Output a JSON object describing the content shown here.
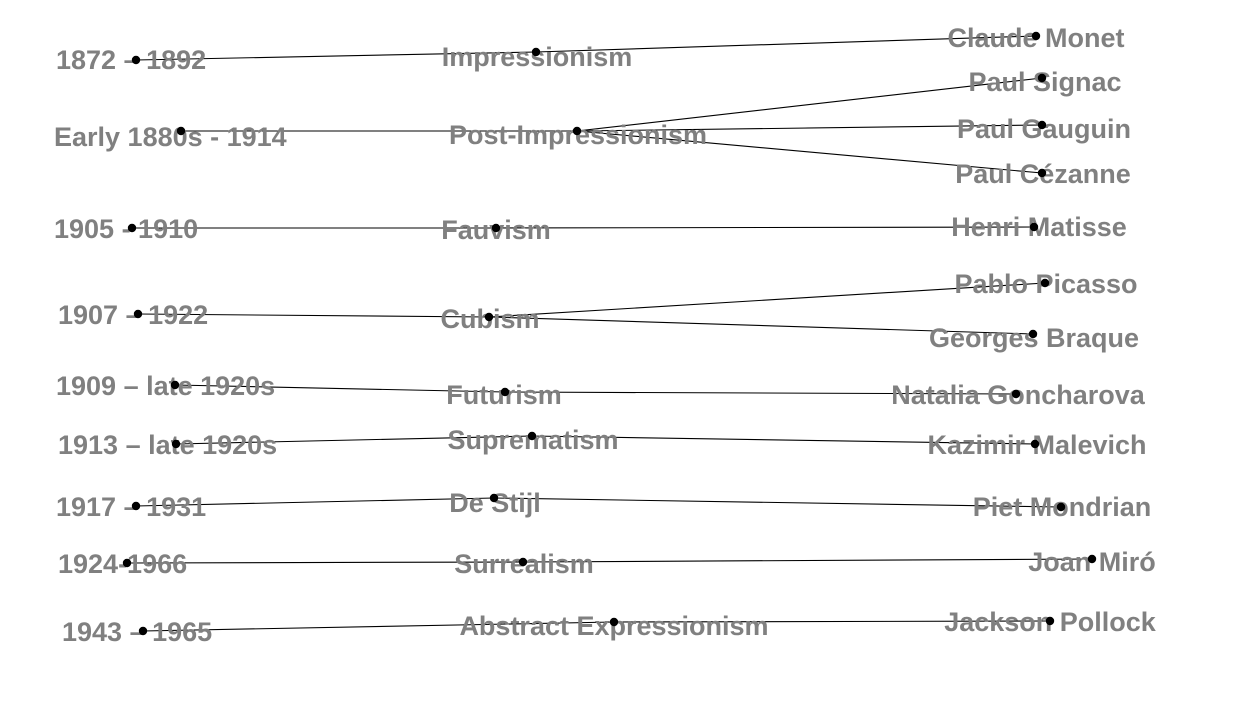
{
  "diagram": {
    "rows": [
      {
        "period": "1872 – 1892",
        "movement": "Impressionism",
        "artists": [
          "Claude Monet"
        ]
      },
      {
        "period": "Early 1880s - 1914",
        "movement": "Post-Impressionism",
        "artists": [
          "Paul Signac",
          "Paul Gauguin",
          "Paul Cézanne"
        ]
      },
      {
        "period": "1905 - 1910",
        "movement": "Fauvism",
        "artists": [
          "Henri Matisse"
        ]
      },
      {
        "period": "1907 – 1922",
        "movement": "Cubism",
        "artists": [
          "Pablo Picasso",
          "Georges Braque"
        ]
      },
      {
        "period": "1909 – late 1920s",
        "movement": "Futurism",
        "artists": [
          "Natalia Goncharova"
        ]
      },
      {
        "period": "1913 – late 1920s",
        "movement": "Suprematism",
        "artists": [
          "Kazimir Malevich"
        ]
      },
      {
        "period": "1917 – 1931",
        "movement": "De Stijl",
        "artists": [
          "Piet Mondrian"
        ]
      },
      {
        "period": "1924-1966",
        "movement": "Surrealism",
        "artists": [
          "Joan Miró"
        ]
      },
      {
        "period": "1943 – 1965",
        "movement": "Abstract Expressionism",
        "artists": [
          "Jackson Pollock"
        ]
      }
    ]
  },
  "colors": {
    "label": "#808080",
    "line": "#000000",
    "node": "#000000",
    "background": "#ffffff"
  }
}
